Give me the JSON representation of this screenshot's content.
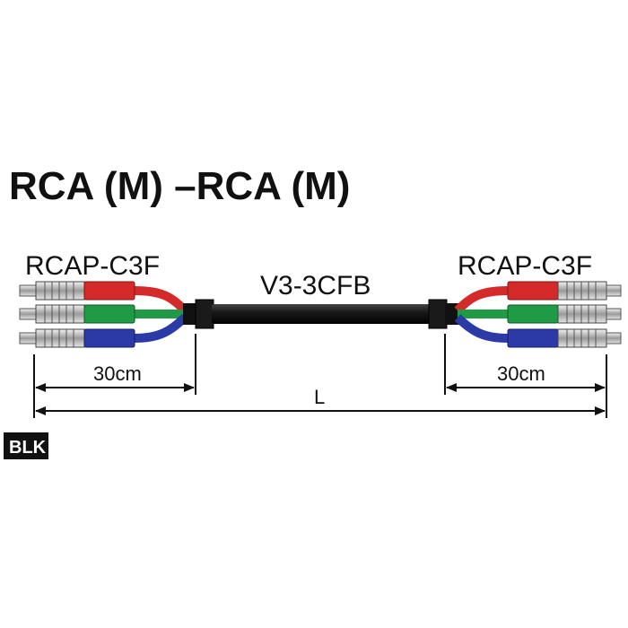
{
  "title": "RCA (M) –RCA (M)",
  "left_connector": {
    "model": "RCAP-C3F",
    "length": "30cm"
  },
  "right_connector": {
    "model": "RCAP-C3F",
    "length": "30cm"
  },
  "cable": {
    "model": "V3-3CFB",
    "total_length": "L",
    "color": "#1a1a1a"
  },
  "color_badge": "BLK",
  "plug_colors": {
    "red": "#d42a2a",
    "green": "#1f9a45",
    "blue": "#2c3aa8",
    "body": "#1a1a1a"
  }
}
